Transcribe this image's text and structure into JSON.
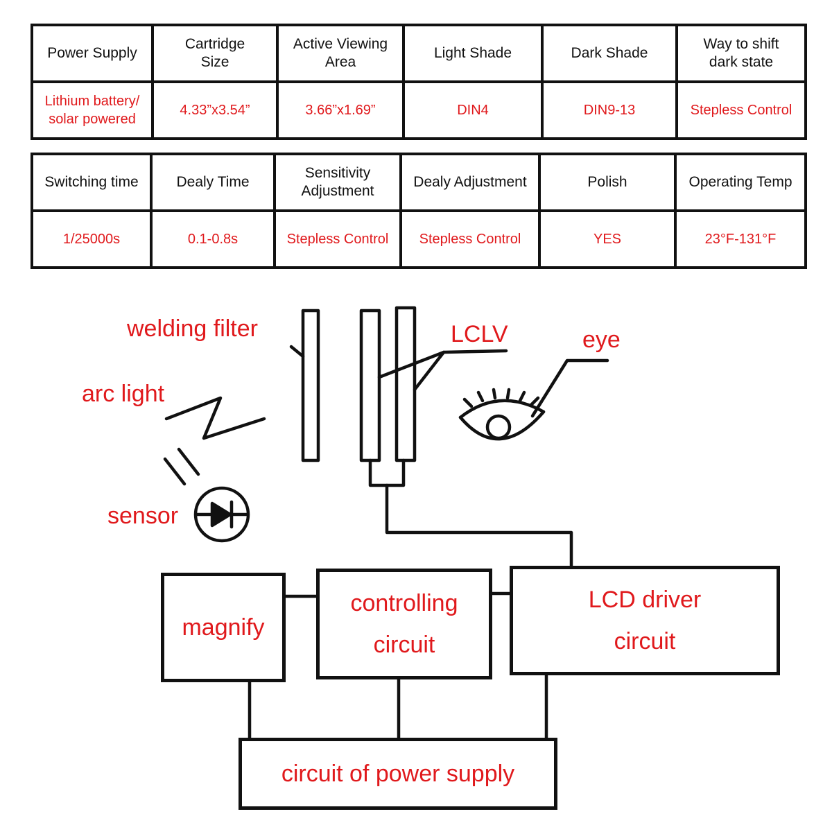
{
  "table1": {
    "headers": [
      "Power Supply",
      "Cartridge\nSize",
      "Active Viewing\nArea",
      "Light Shade",
      "Dark Shade",
      "Way to shift\ndark state"
    ],
    "values": [
      "Lithium battery/\nsolar powered",
      "4.33”x3.54”",
      "3.66”x1.69”",
      "DIN4",
      "DIN9-13",
      "Stepless Control"
    ]
  },
  "table2": {
    "headers": [
      "Switching time",
      "Dealy Time",
      "Sensitivity\nAdjustment",
      "Dealy Adjustment",
      "Polish",
      "Operating Temp"
    ],
    "values": [
      "1/25000s",
      "0.1-0.8s",
      "Stepless Control",
      "Stepless Control",
      "YES",
      "23°F-131°F"
    ]
  },
  "diagram": {
    "labels": {
      "welding_filter": "welding filter",
      "arc_light": "arc light",
      "sensor": "sensor",
      "lclv": "LCLV",
      "eye": "eye"
    },
    "blocks": {
      "magnify": "magnify",
      "controlling_line1": "controlling",
      "controlling_line2": "circuit",
      "lcd_line1": "LCD driver",
      "lcd_line2": "circuit",
      "power_supply": "circuit of power supply"
    },
    "colors": {
      "label": "#e0191c",
      "line": "#111111"
    }
  }
}
